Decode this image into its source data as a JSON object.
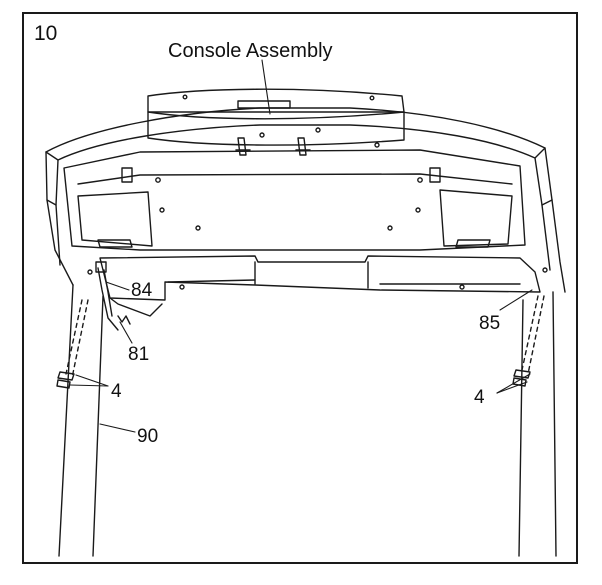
{
  "step": {
    "number": "10"
  },
  "callouts": {
    "console_assembly": "Console Assembly",
    "part_84": "84",
    "part_81": "81",
    "part_85": "85",
    "part_4_left": "4",
    "part_4_right": "4",
    "part_90": "90"
  },
  "colors": {
    "line": "#1a1a1a",
    "background": "#ffffff"
  }
}
